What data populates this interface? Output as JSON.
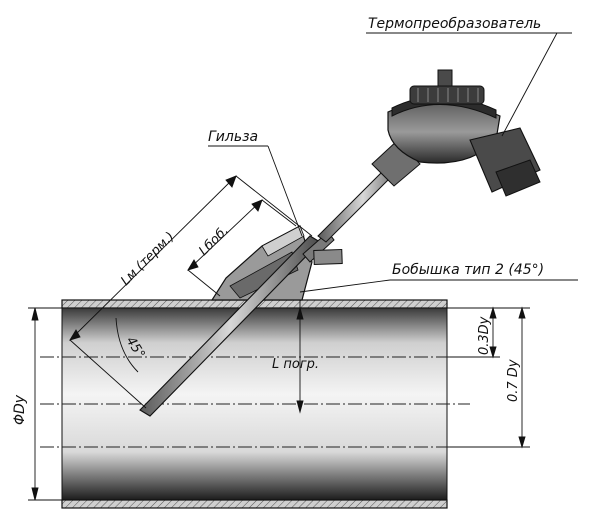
{
  "labels": {
    "sensor": "Термопреобразователь",
    "sleeve": "Гильза",
    "boss": "Бобышка тип 2 (45°)",
    "lm": "Lм (терм.)",
    "lboss": "Lбоб.",
    "angle": "45°",
    "immersion": "L погр.",
    "diameter": "ΦDy",
    "depth_03": "0.3Dy",
    "depth_07": "0.7 Dy"
  },
  "colors": {
    "line": "#111111",
    "pipe_light": "#e9e9e9",
    "pipe_dark": "#2b2b2b",
    "wall": "#b9b9b9",
    "metal": "#8c8c8c",
    "head": "#3a3a3a"
  }
}
